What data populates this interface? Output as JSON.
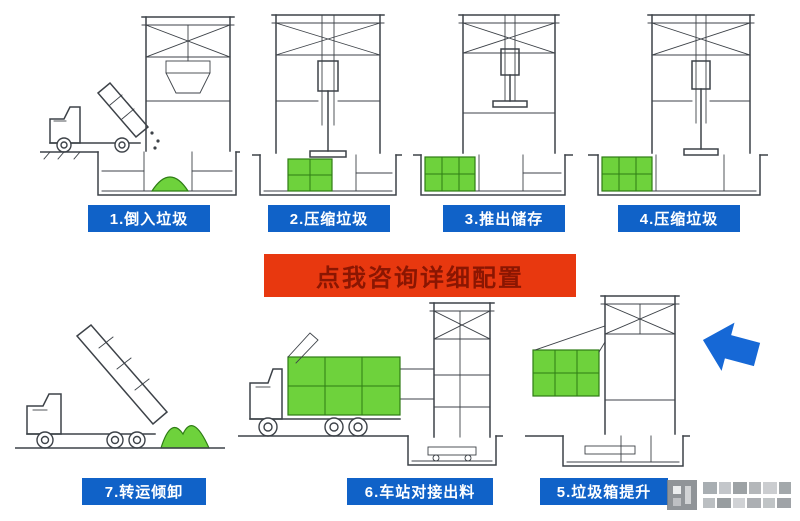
{
  "banner": {
    "label": "点我咨询详细配置"
  },
  "steps": [
    {
      "label": "1.倒入垃圾"
    },
    {
      "label": "2.压缩垃圾"
    },
    {
      "label": "3.推出储存"
    },
    {
      "label": "4.压缩垃圾"
    },
    {
      "label": "5.垃圾箱提升"
    },
    {
      "label": "6.车站对接出料"
    },
    {
      "label": "7.转运倾卸"
    }
  ],
  "colors": {
    "label_bg": "#1062c8",
    "label_text": "#ffffff",
    "banner_bg": "#e8380f",
    "banner_text": "#8a1602",
    "diagram_green": "#6ed23c",
    "diagram_line": "#3d4248",
    "arrow_blue": "#1668d6"
  },
  "icons": {
    "arrow": "left-arrow-icon",
    "watermark": "watermark-logo"
  }
}
